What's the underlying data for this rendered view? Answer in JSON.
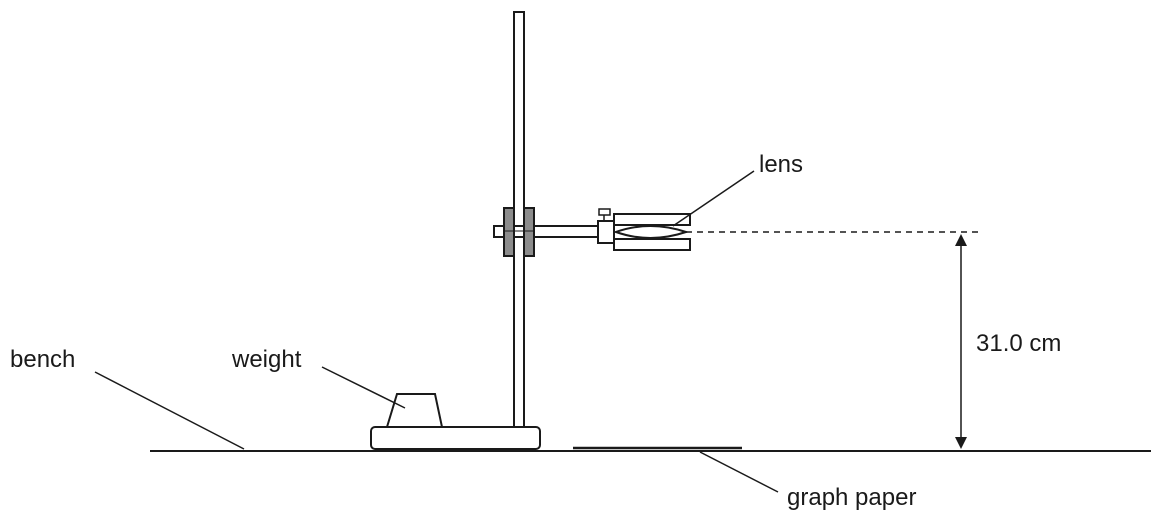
{
  "labels": {
    "lens": "lens",
    "bench": "bench",
    "weight": "weight",
    "height": "31.0 cm",
    "graph_paper": "graph paper"
  },
  "colors": {
    "ink": "#1a1a1a",
    "clamp_boss": "#8c8c8c",
    "background": "#ffffff"
  }
}
